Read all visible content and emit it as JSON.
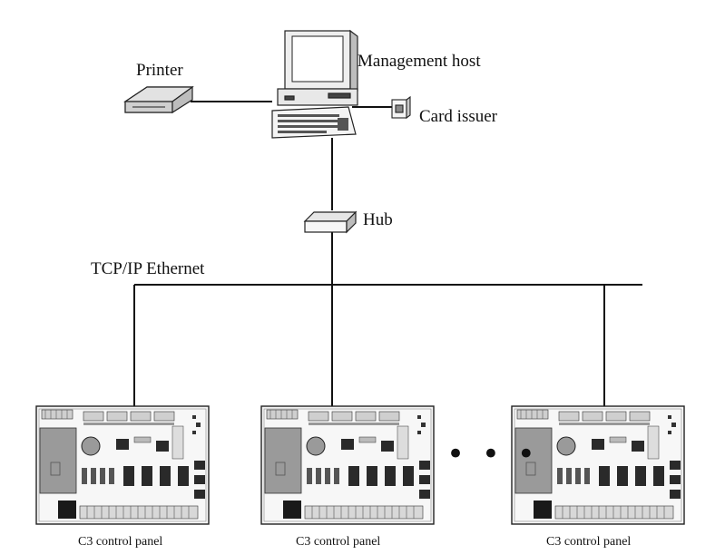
{
  "nodes": {
    "printer": "Printer",
    "host": "Management host",
    "card_issuer": "Card issuer",
    "hub": "Hub",
    "network": "TCP/IP Ethernet"
  },
  "panels": [
    "C3 control panel",
    "C3 control panel",
    "C3 control panel"
  ],
  "ellipsis": "• • •"
}
